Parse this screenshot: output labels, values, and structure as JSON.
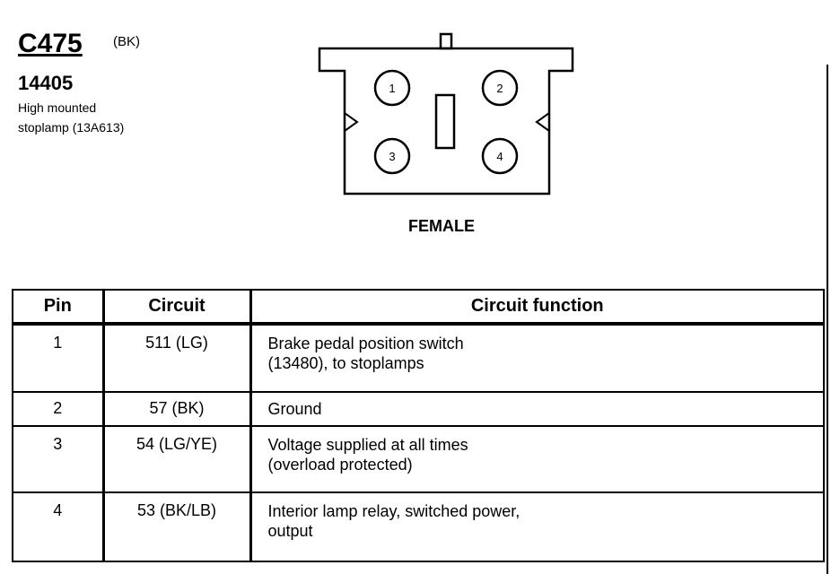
{
  "connector": {
    "id": "C475",
    "color_code": "(BK)",
    "part_number": "14405",
    "description_lines": [
      "High mounted",
      "stoplamp (13A613)"
    ],
    "gender": "FEMALE",
    "pin_labels": [
      "1",
      "2",
      "3",
      "4"
    ]
  },
  "table": {
    "headers": [
      "Pin",
      "Circuit",
      "Circuit function"
    ],
    "rows": [
      {
        "pin": "1",
        "circuit": "511 (LG)",
        "function": [
          "Brake pedal position switch",
          "(13480), to stoplamps"
        ]
      },
      {
        "pin": "2",
        "circuit": "57 (BK)",
        "function": [
          "Ground"
        ]
      },
      {
        "pin": "3",
        "circuit": "54 (LG/YE)",
        "function": [
          "Voltage supplied at all times",
          "(overload protected)"
        ]
      },
      {
        "pin": "4",
        "circuit": "53 (BK/LB)",
        "function": [
          "Interior lamp relay, switched power,",
          "output"
        ]
      }
    ]
  }
}
